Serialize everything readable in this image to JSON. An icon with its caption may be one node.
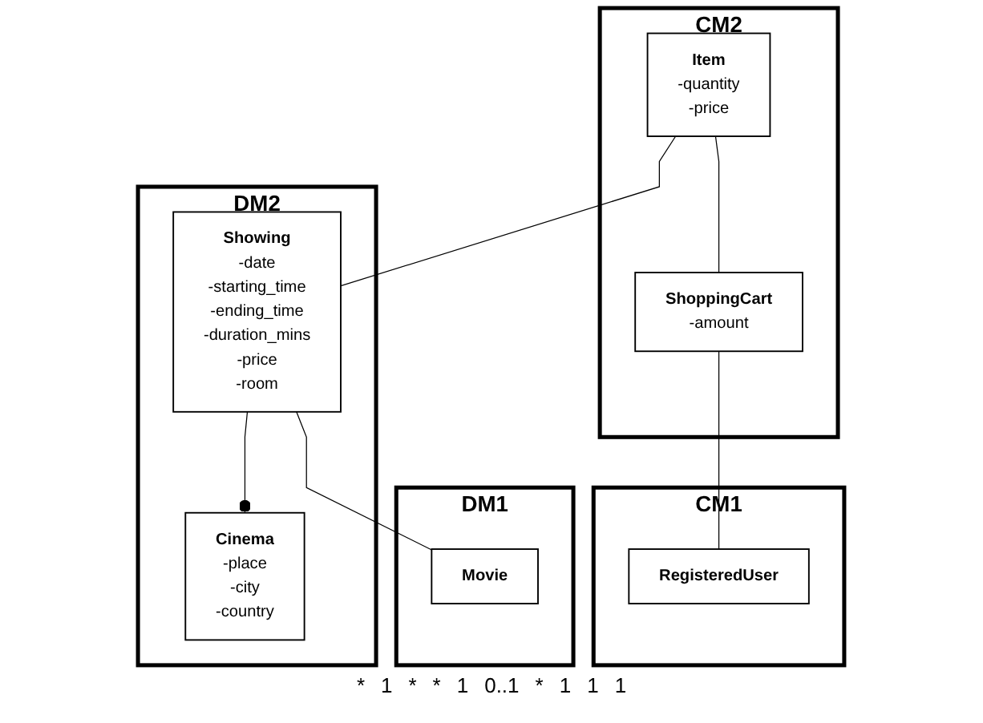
{
  "diagram": {
    "nodes": [
      {
        "text": [
          "CM2"
        ]
      },
      {
        "text": [
          "Item",
          "-quantity",
          "-price"
        ],
        "in": 0
      },
      {
        "text": [
          "ShoppingCart",
          "-amount"
        ],
        "in": 0
      },
      {
        "text": [
          "DM2"
        ]
      },
      {
        "text": [
          "Showing",
          "-date",
          "-starting_time",
          "-ending_time",
          "-duration_mins",
          "-price",
          "-room"
        ],
        "in": 3
      },
      {
        "text": [
          "Cinema",
          "-place",
          "-city",
          "-country"
        ],
        "in": 3
      },
      {
        "text": [
          "CM1"
        ]
      },
      {
        "text": [
          "RegisteredUser"
        ],
        "in": 6
      },
      {
        "text": [
          "DM1"
        ]
      },
      {
        "text": [
          "Movie"
        ],
        "in": 8
      }
    ],
    "edges": [
      {
        "from": 1,
        "to": 4,
        "arrow": "none"
      },
      {
        "from": 1,
        "to": 2,
        "arrow": "none"
      },
      {
        "from": 4,
        "to": 5,
        "arrow": "other"
      },
      {
        "from": 4,
        "to": 9,
        "arrow": "none"
      },
      {
        "from": 2,
        "to": 7,
        "arrow": "none"
      }
    ],
    "labels": [
      "*",
      "1",
      "*",
      "*",
      "1",
      "0..1",
      "*",
      "1",
      "1",
      "1"
    ]
  }
}
